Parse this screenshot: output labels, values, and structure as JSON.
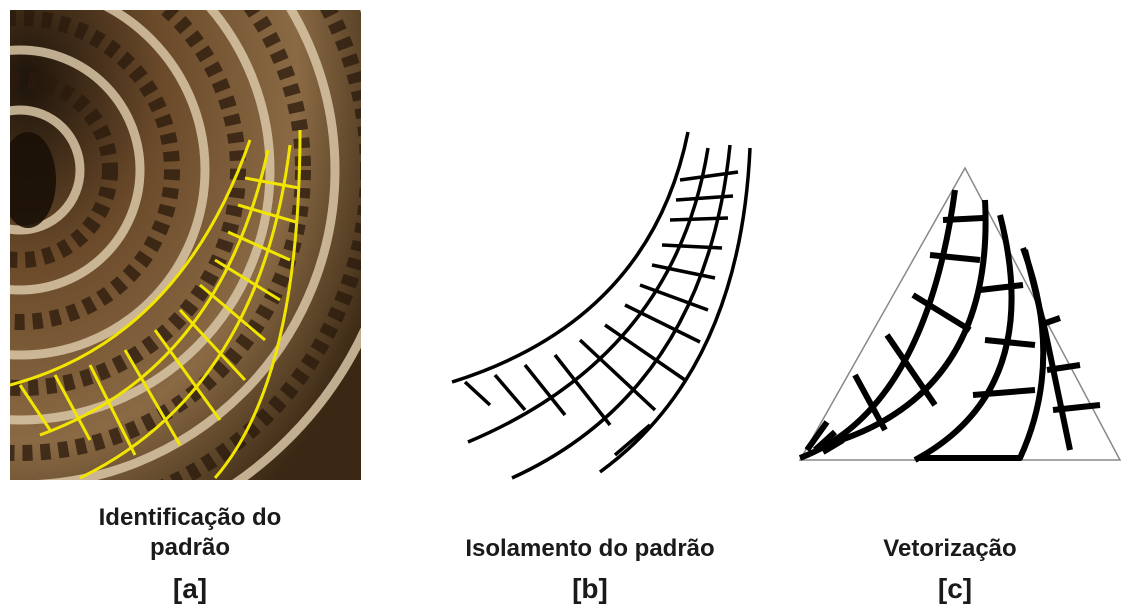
{
  "panels": [
    {
      "caption_line1": "Identificação do",
      "caption_line2": "padrão",
      "tag": "[a]",
      "image": "photo-of-spiral-ridged-structure-with-yellow-pattern-overlay"
    },
    {
      "caption": "Isolamento do padrão",
      "tag": "[b]",
      "image": "isolated-curved-ladder-pattern"
    },
    {
      "caption": "Vetorização",
      "tag": "[c]",
      "image": "vectorized-pattern-in-triangle"
    }
  ],
  "colors": {
    "overlay": "#f2e600",
    "ink": "#000000",
    "photo_dark": "#2b1d10",
    "photo_light": "#cdb89a"
  }
}
